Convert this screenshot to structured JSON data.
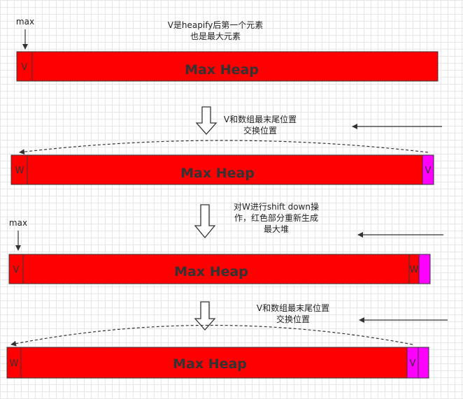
{
  "labels": {
    "max": "max",
    "heap": "Max Heap",
    "v": "V",
    "w": "W"
  },
  "notes": {
    "step1_line1": "V是heapify后第一个元素",
    "step1_line2": "也是最大元素",
    "swap_line1": "V和数组最末尾位置",
    "swap_line2": "交换位置",
    "shift_line1": "对W进行shift down操",
    "shift_line2": "作，红色部分重新生成",
    "shift_line3": "最大堆",
    "swap2_line1": "V和数组最末尾位置",
    "swap2_line2": "交换位置"
  },
  "colors": {
    "heap": "#ff0000",
    "sorted": "#ff00ff"
  }
}
